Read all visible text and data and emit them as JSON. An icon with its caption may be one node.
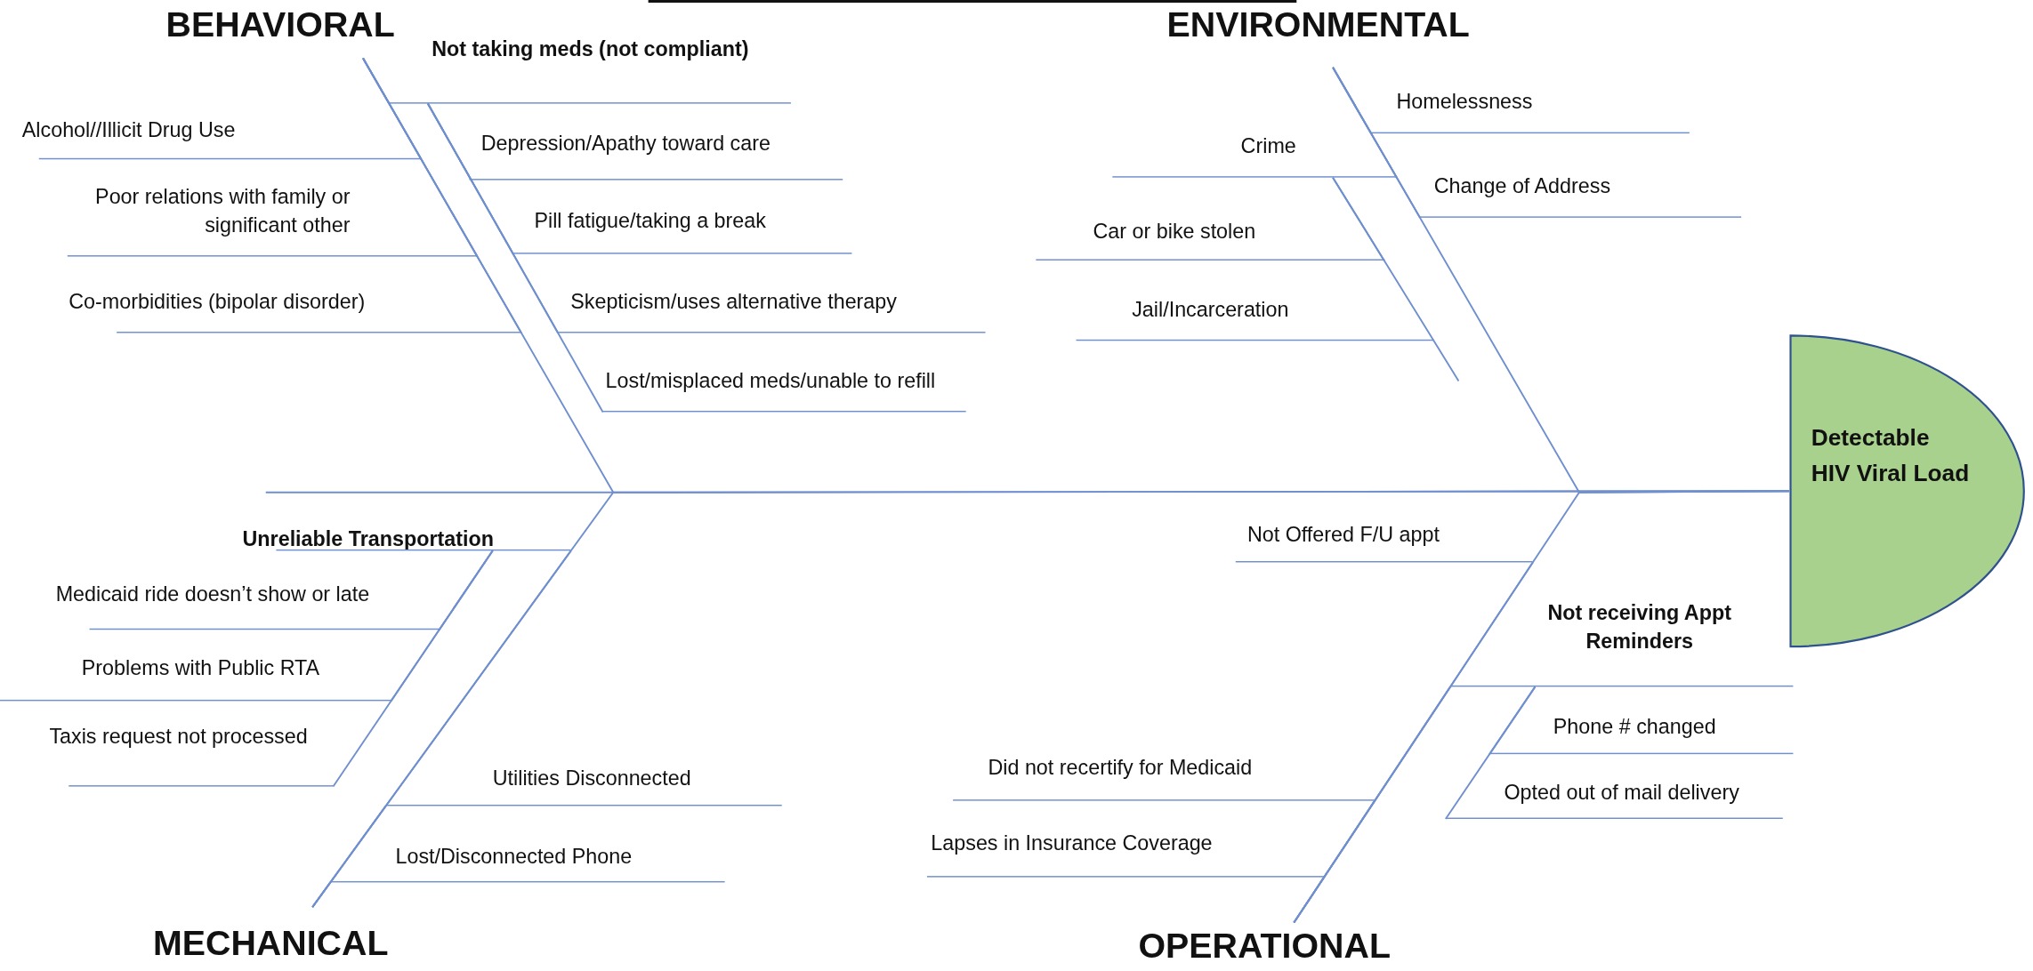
{
  "diagram": {
    "nodes": [
      {
        "text": [
          "BEHAVIORAL"
        ]
      },
      {
        "text": [
          "Not taking meds (not compliant)"
        ]
      },
      {
        "text": [
          "Alcohol//Illicit Drug Use"
        ]
      },
      {
        "text": [
          "Poor relations with family or significant other"
        ]
      },
      {
        "text": [
          "Depression/Apathy toward care"
        ]
      },
      {
        "text": [
          "Pill fatigue/taking a break"
        ]
      },
      {
        "text": [
          "Co-morbidities (bipolar disorder)"
        ]
      },
      {
        "text": [
          "Skepticism/uses alternative therapy"
        ]
      },
      {
        "text": [
          "Lost/misplaced meds/unable to refill"
        ]
      },
      {
        "text": [
          "ENVIRONMENTAL"
        ]
      },
      {
        "text": [
          "Homelessness"
        ]
      },
      {
        "text": [
          "Crime"
        ]
      },
      {
        "text": [
          "Change of Address"
        ]
      },
      {
        "text": [
          "Car or bike stolen"
        ]
      },
      {
        "text": [
          "Jail/Incarceration"
        ]
      },
      {
        "text": [
          "Detectable HIV Viral Load"
        ]
      },
      {
        "text": [
          "Unreliable Transportation"
        ]
      },
      {
        "text": [
          "Not Offered F/U appt"
        ]
      },
      {
        "text": [
          "Medicaid ride doesn’t show or late"
        ]
      },
      {
        "text": [
          "Not receiving Appt Reminders"
        ]
      },
      {
        "text": [
          "Problems with Public RTA"
        ]
      },
      {
        "text": [
          "Phone # changed"
        ]
      },
      {
        "text": [
          "Taxis request not processed"
        ]
      },
      {
        "text": [
          "Utilities Disconnected"
        ]
      },
      {
        "text": [
          "Opted out of mail delivery"
        ]
      },
      {
        "text": [
          "Did not recertify for Medicaid"
        ]
      },
      {
        "text": [
          "Lost/Disconnected Phone"
        ]
      },
      {
        "text": [
          "Lapses in Insurance Coverage"
        ]
      },
      {
        "text": [
          "MECHANICAL"
        ]
      },
      {
        "text": [
          "OPERATIONAL"
        ]
      }
    ],
    "edges": [
      {
        "from": 1,
        "to": 0,
        "arrow": "none"
      },
      {
        "from": 2,
        "to": 0,
        "arrow": "none"
      },
      {
        "from": 3,
        "to": 0,
        "arrow": "none"
      },
      {
        "from": 6,
        "to": 0,
        "arrow": "none"
      },
      {
        "from": 4,
        "to": 1,
        "arrow": "none"
      },
      {
        "from": 5,
        "to": 1,
        "arrow": "none"
      },
      {
        "from": 7,
        "to": 1,
        "arrow": "none"
      },
      {
        "from": 8,
        "to": 1,
        "arrow": "none"
      },
      {
        "from": 10,
        "to": 9,
        "arrow": "none"
      },
      {
        "from": 11,
        "to": 9,
        "arrow": "none"
      },
      {
        "from": 12,
        "to": 9,
        "arrow": "none"
      },
      {
        "from": 13,
        "to": 11,
        "arrow": "none"
      },
      {
        "from": 14,
        "to": 11,
        "arrow": "none"
      },
      {
        "from": 16,
        "to": 28,
        "arrow": "none"
      },
      {
        "from": 23,
        "to": 28,
        "arrow": "none"
      },
      {
        "from": 26,
        "to": 28,
        "arrow": "none"
      },
      {
        "from": 18,
        "to": 16,
        "arrow": "none"
      },
      {
        "from": 20,
        "to": 16,
        "arrow": "none"
      },
      {
        "from": 22,
        "to": 16,
        "arrow": "none"
      },
      {
        "from": 17,
        "to": 29,
        "arrow": "none"
      },
      {
        "from": 19,
        "to": 29,
        "arrow": "none"
      },
      {
        "from": 25,
        "to": 29,
        "arrow": "none"
      },
      {
        "from": 27,
        "to": 29,
        "arrow": "none"
      },
      {
        "from": 21,
        "to": 19,
        "arrow": "none"
      },
      {
        "from": 24,
        "to": 19,
        "arrow": "none"
      },
      {
        "from": 0,
        "to": 15,
        "arrow": "none"
      },
      {
        "from": 9,
        "to": 15,
        "arrow": "none"
      },
      {
        "from": 28,
        "to": 15,
        "arrow": "none"
      },
      {
        "from": 29,
        "to": 15,
        "arrow": "none"
      }
    ]
  }
}
